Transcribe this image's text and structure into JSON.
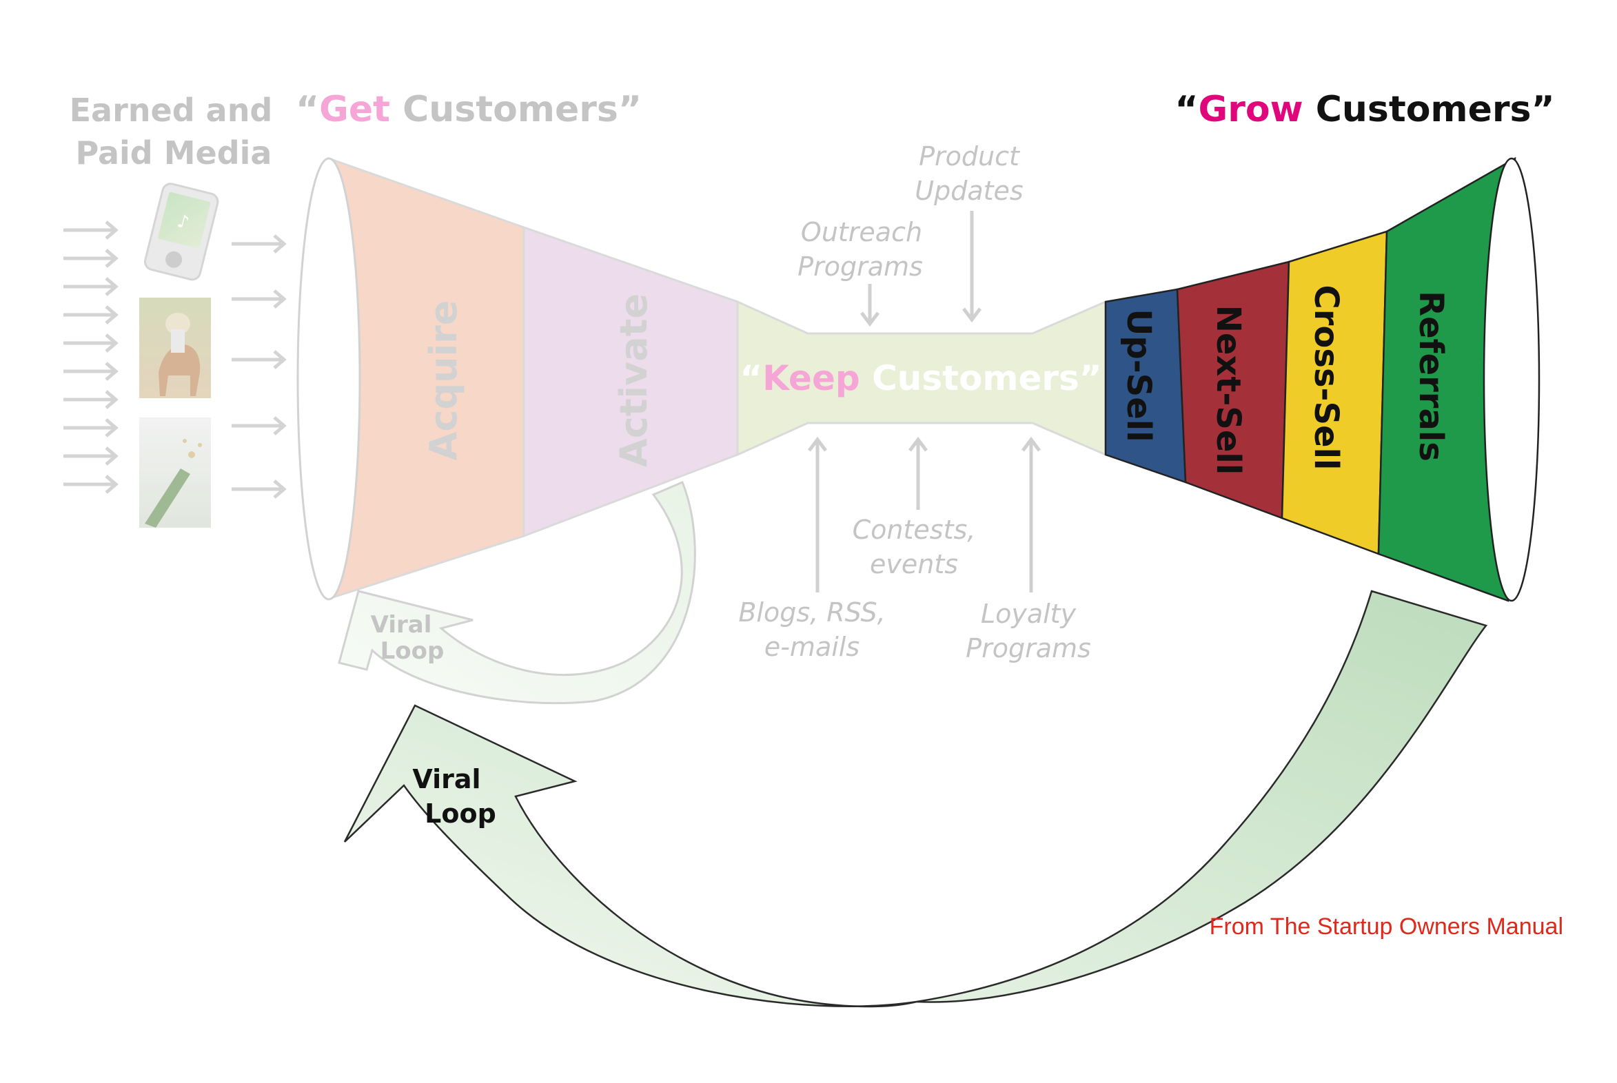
{
  "colors": {
    "get_accent": "#f5a6d6",
    "grow_accent": "#e0077d",
    "muted_text": "#c4c4c4",
    "acquire": "#f6d7c8",
    "activate": "#eddcec",
    "keep": "#eaf0d8",
    "upsell": "#2f5588",
    "nextsell": "#a4303a",
    "crosssell": "#f0cc28",
    "referrals": "#1e9a4a",
    "arrow_green": "#c9e4c8",
    "credit": "#e0281b"
  },
  "media": {
    "title_line1": "Earned and",
    "title_line2": "Paid Media",
    "images": [
      "music-player",
      "horse-rider",
      "champagne-bottle"
    ]
  },
  "get": {
    "open_quote": "“",
    "accent": "Get",
    "rest": " Customers”"
  },
  "keep": {
    "open_quote": "“",
    "accent": "Keep",
    "rest": " Customers”"
  },
  "grow": {
    "open_quote": "“",
    "accent": "Grow",
    "rest": " Customers”"
  },
  "funnel_left": {
    "stages": [
      "Acquire",
      "Activate"
    ]
  },
  "funnel_right": {
    "stages": [
      "Up-Sell",
      "Next-Sell",
      "Cross-Sell",
      "Referrals"
    ]
  },
  "inputs_top": [
    {
      "line1": "Outreach",
      "line2": "Programs"
    },
    {
      "line1": "Product",
      "line2": "Updates"
    }
  ],
  "inputs_bottom": [
    {
      "line1": "Blogs, RSS,",
      "line2": "e-mails"
    },
    {
      "line1": "Contests,",
      "line2": "events"
    },
    {
      "line1": "Loyalty",
      "line2": "Programs"
    }
  ],
  "viral_small": {
    "line1": "Viral",
    "line2": "Loop"
  },
  "viral_large": {
    "line1": "Viral",
    "line2": "Loop"
  },
  "credit": "From The Startup Owners Manual"
}
